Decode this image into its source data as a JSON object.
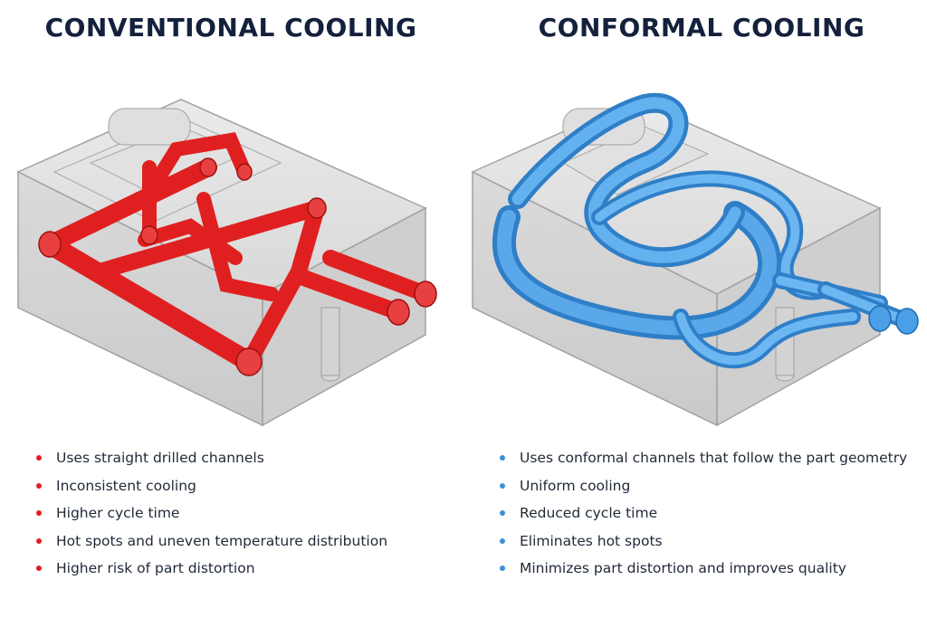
{
  "conventional": {
    "title": "CONVENTIONAL COOLING",
    "accent": "#e02020",
    "bullets": [
      "Uses straight drilled channels",
      "Inconsistent cooling",
      "Higher cycle time",
      "Hot spots and uneven temperature distribution",
      "Higher risk of part distortion"
    ]
  },
  "conformal": {
    "title": "CONFORMAL COOLING",
    "accent": "#3a8fd8",
    "bullets": [
      "Uses conformal channels that follow the part geometry",
      "Uniform cooling",
      "Reduced cycle time",
      "Eliminates hot spots",
      "Minimizes part distortion and improves quality"
    ]
  }
}
